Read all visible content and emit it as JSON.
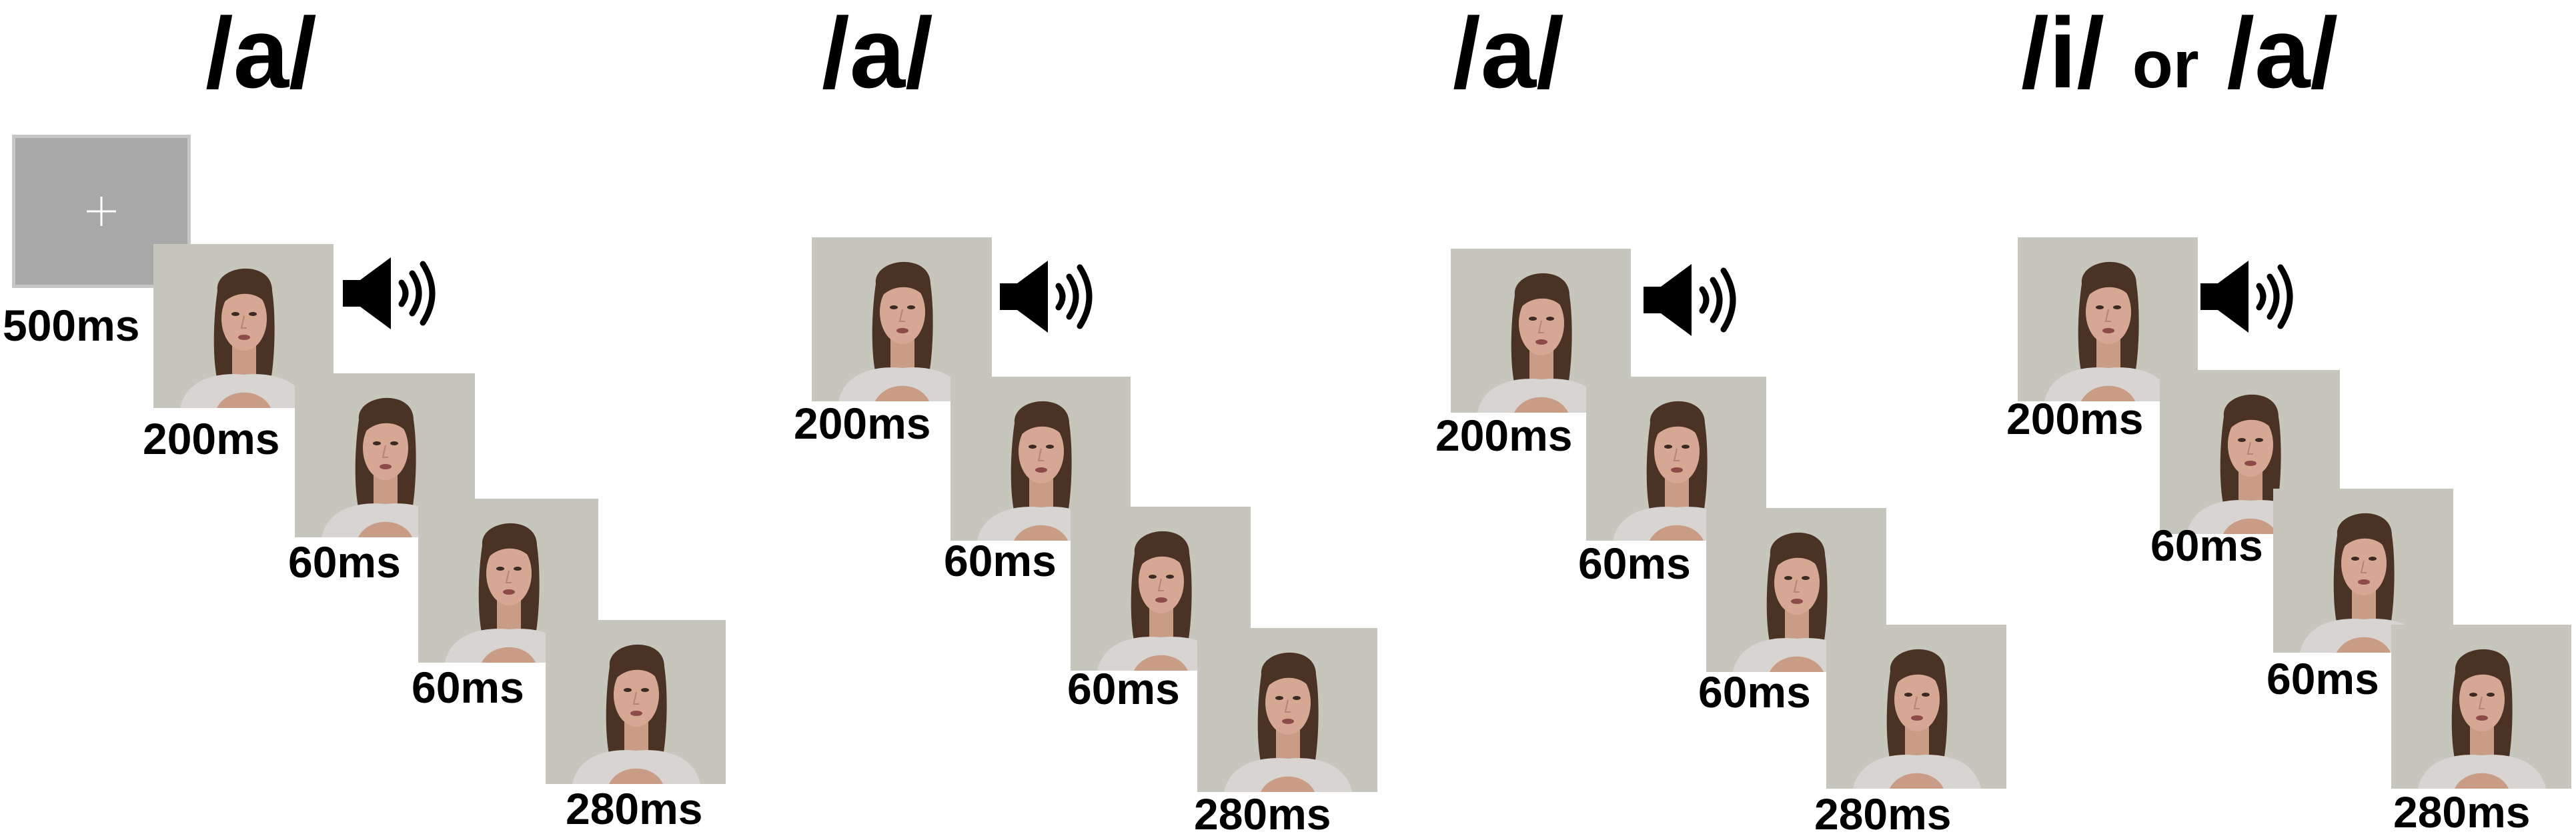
{
  "titles": {
    "seq1": "/a/",
    "seq2": "/a/",
    "seq3": "/a/",
    "seq4_i": "/i/",
    "seq4_or": "or",
    "seq4_a": "/a/"
  },
  "fixation": {
    "label": "500ms",
    "symbol": "+"
  },
  "durations": {
    "seq1": [
      "200ms",
      "60ms",
      "60ms",
      "280ms"
    ],
    "seq2": [
      "200ms",
      "60ms",
      "60ms",
      "280ms"
    ],
    "seq3": [
      "200ms",
      "60ms",
      "60ms",
      "280ms"
    ],
    "seq4": [
      "200ms",
      "60ms",
      "60ms",
      "280ms"
    ]
  },
  "colors": {
    "fixation_bg": "#a8a8a8",
    "frame_bg": "#c8c9bf",
    "text": "#000000"
  },
  "icons": {
    "audio": "speaker-icon"
  }
}
